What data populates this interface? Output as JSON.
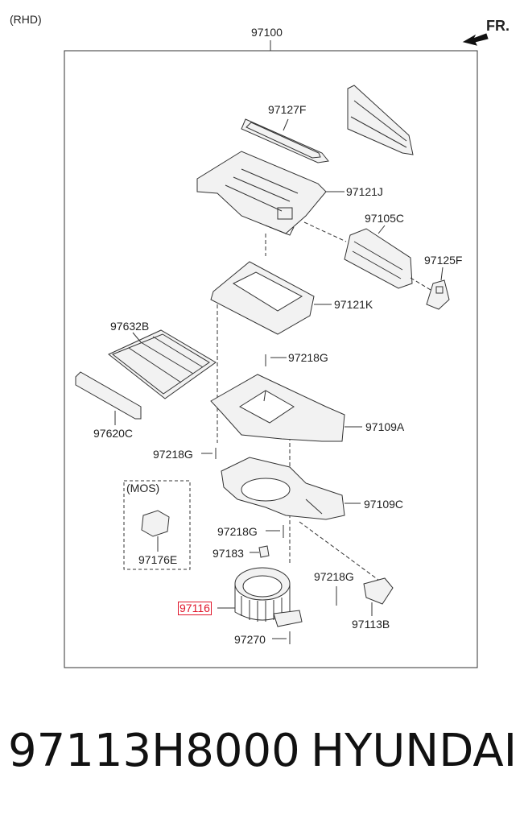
{
  "diagram": {
    "drive_side": "(RHD)",
    "front_marker": "FR.",
    "assembly_number": "97100",
    "mos_group_label": "(MOS)",
    "highlighted_part": "97116",
    "parts": {
      "p97127F": "97127F",
      "p97121J": "97121J",
      "p97105C": "97105C",
      "p97125F": "97125F",
      "p97121K": "97121K",
      "p97632B": "97632B",
      "p97218G_a": "97218G",
      "p97620C": "97620C",
      "p97109A": "97109A",
      "p97218G_b": "97218G",
      "p97109C": "97109C",
      "p97218G_c": "97218G",
      "p97176E": "97176E",
      "p97183": "97183",
      "p97218G_d": "97218G",
      "p97116": "97116",
      "p97113B": "97113B",
      "p97270": "97270"
    },
    "colors": {
      "highlight": "#e0162b",
      "line": "#333333",
      "fill": "#f2f2f2"
    }
  },
  "footer": {
    "part_number": "97113H8000",
    "brand": "HYUNDAI"
  }
}
